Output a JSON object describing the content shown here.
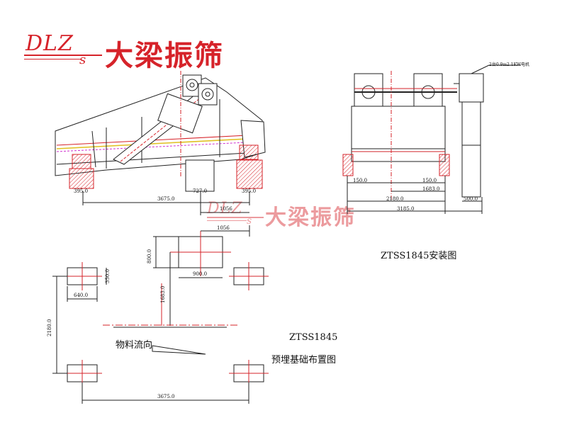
{
  "logo": {
    "latin": "DLZ",
    "sub": "s",
    "chinese": "大梁振筛"
  },
  "titles": {
    "install": "ZTSS1845安装图",
    "model": "ZTSS1845",
    "foundation": "预埋基础布置图",
    "material_flow": "物料流向"
  },
  "side_view_dims": {
    "left_support": "395.0",
    "center_block": "727.0",
    "right_support": "395.0",
    "span": "3675.0",
    "offset": "1056"
  },
  "end_view_dims": {
    "left_inner": "150.0",
    "right_inner": "150.0",
    "inner_span": "1683.0",
    "outer_span": "2180.0",
    "total_width": "3185.0",
    "motor_width": "500.0",
    "motor_note": "2台0.9m2.1KW电机"
  },
  "foundation_dims": {
    "top_offset": "1056",
    "block_height": "800.0",
    "block_width": "900.0",
    "pad_width": "640.0",
    "pad_height": "350.0",
    "center_height": "1683.0",
    "vertical_span": "2180.0",
    "horizontal_span": "3675.0"
  }
}
